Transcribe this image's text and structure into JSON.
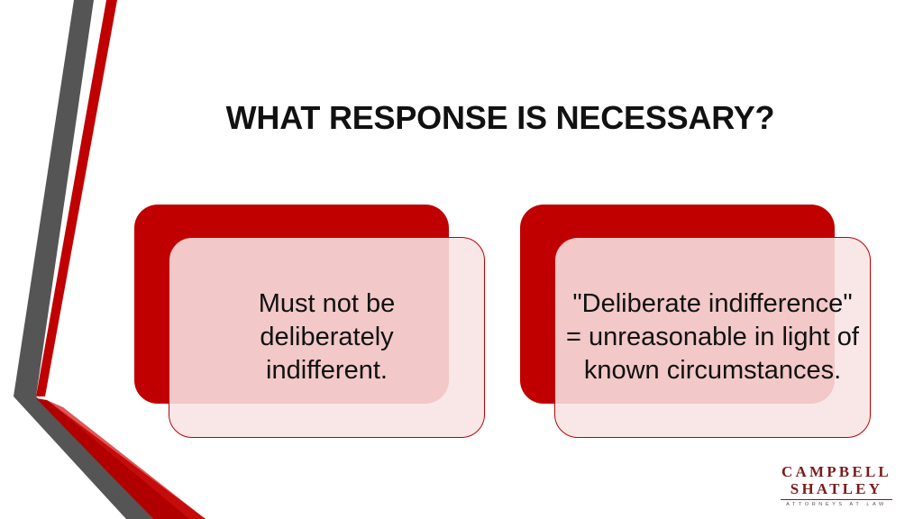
{
  "slide": {
    "title": "WHAT RESPONSE IS NECESSARY?",
    "cards": [
      {
        "text": "Must not be deliberately indifferent."
      },
      {
        "text": "\"Deliberate indifference\" = unreasonable in light of known circumstances."
      }
    ]
  },
  "logo": {
    "line1": "CAMPBELL",
    "line2": "SHATLEY",
    "tagline": "ATTORNEYS AT LAW"
  },
  "colors": {
    "accent": "#c00000",
    "stripe_dark": "#555555",
    "card_fill": "#f8e4e4",
    "logo": "#7a1c1c"
  }
}
